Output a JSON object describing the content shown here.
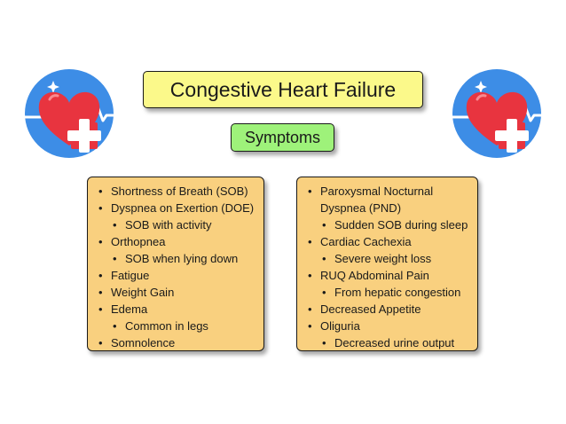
{
  "title": "Congestive Heart Failure",
  "subtitle": "Symptoms",
  "bullet": "•",
  "icons": {
    "left": "heart-medical-icon",
    "right": "heart-medical-icon"
  },
  "colors": {
    "title_bg": "#fbf98a",
    "subtitle_bg": "#9ef27a",
    "panel_bg": "#f9d07f",
    "icon_circle": "#3d8de6",
    "heart": "#e8343f",
    "cross": "#ffffff"
  },
  "left_list": [
    {
      "text": "Shortness of Breath (SOB)",
      "level": 1
    },
    {
      "text": "Dyspnea on Exertion (DOE)",
      "level": 1
    },
    {
      "text": "SOB with activity",
      "level": 2
    },
    {
      "text": "Orthopnea",
      "level": 1
    },
    {
      "text": "SOB when lying down",
      "level": 2
    },
    {
      "text": "Fatigue",
      "level": 1
    },
    {
      "text": "Weight Gain",
      "level": 1
    },
    {
      "text": "Edema",
      "level": 1
    },
    {
      "text": "Common in legs",
      "level": 2
    },
    {
      "text": "Somnolence",
      "level": 1
    }
  ],
  "right_list": [
    {
      "text": "Paroxysmal Nocturnal",
      "level": 1
    },
    {
      "text": "Dyspnea (PND)",
      "level": 0
    },
    {
      "text": "Sudden SOB during sleep",
      "level": 2
    },
    {
      "text": "Cardiac Cachexia",
      "level": 1
    },
    {
      "text": "Severe weight loss",
      "level": 2
    },
    {
      "text": "RUQ Abdominal Pain",
      "level": 1
    },
    {
      "text": "From hepatic congestion",
      "level": 2
    },
    {
      "text": "Decreased Appetite",
      "level": 1
    },
    {
      "text": "Oliguria",
      "level": 1
    },
    {
      "text": "Decreased urine output",
      "level": 2
    }
  ]
}
